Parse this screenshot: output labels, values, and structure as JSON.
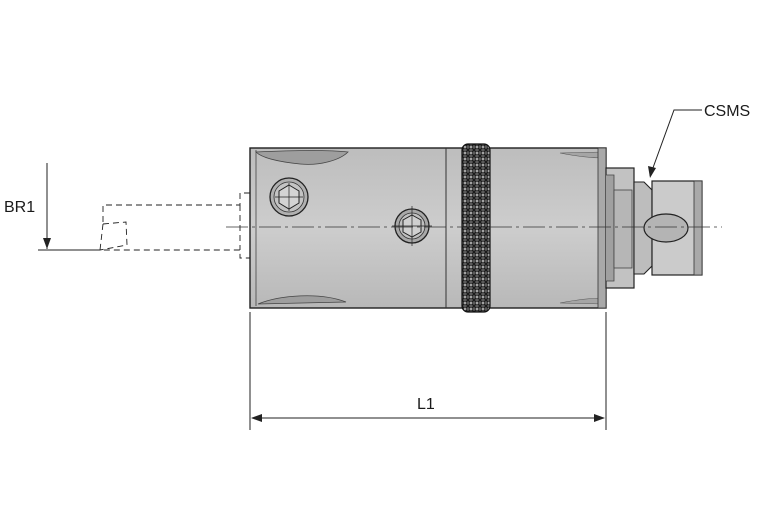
{
  "labels": {
    "br1": "BR1",
    "l1": "L1",
    "csms": "CSMS"
  },
  "colors": {
    "body_fill": "#c9c9c9",
    "body_stroke": "#1f1f1f",
    "shadow": "#9a9a9a",
    "knurl": "#2a2a2a"
  }
}
